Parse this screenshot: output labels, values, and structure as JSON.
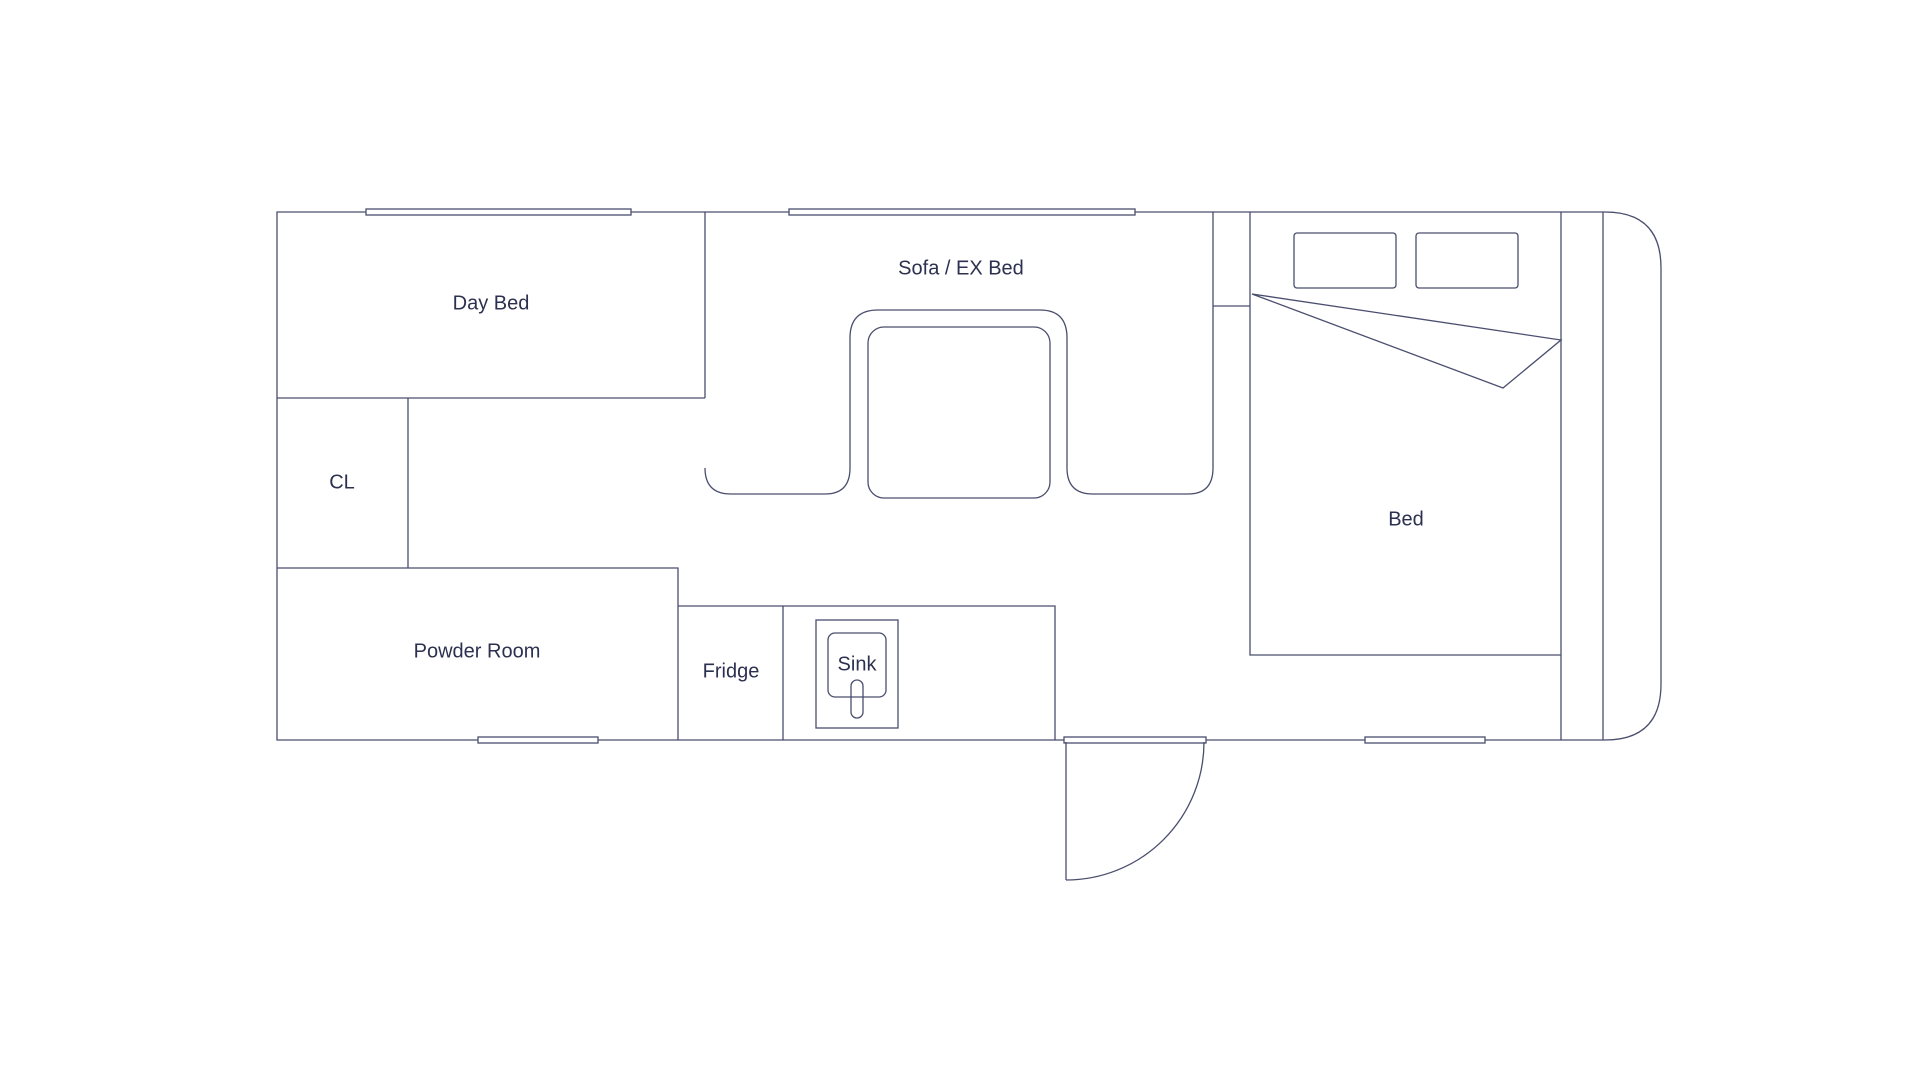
{
  "rooms": {
    "day_bed": "Day Bed",
    "sofa_ex_bed": "Sofa / EX Bed",
    "closet": "CL",
    "bed": "Bed",
    "powder_room": "Powder Room",
    "fridge": "Fridge",
    "sink": "Sink"
  },
  "colors": {
    "line": "#4a4e6e",
    "text": "#2d3150",
    "background": "#ffffff"
  }
}
